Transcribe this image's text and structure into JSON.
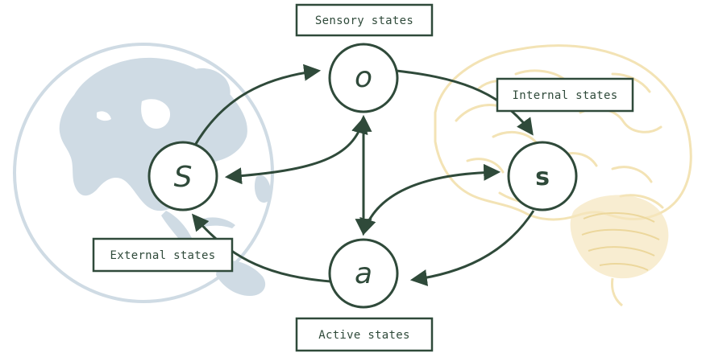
{
  "nodes": {
    "external_symbol": "S",
    "sensory_symbol": "o",
    "internal_symbol": "s",
    "active_symbol": "a"
  },
  "labels": {
    "sensory": "Sensory states",
    "internal": "Internal states",
    "external": "External states",
    "active": "Active states"
  },
  "colors": {
    "ink": "#2f4a3a",
    "globe_land": "#cfdbe4",
    "globe_ocean": "#ffffff",
    "brain_outline": "#f3e3b5",
    "cerebellum": "#f5e6bd"
  },
  "icons": {
    "globe": "globe-icon",
    "brain": "brain-icon"
  }
}
